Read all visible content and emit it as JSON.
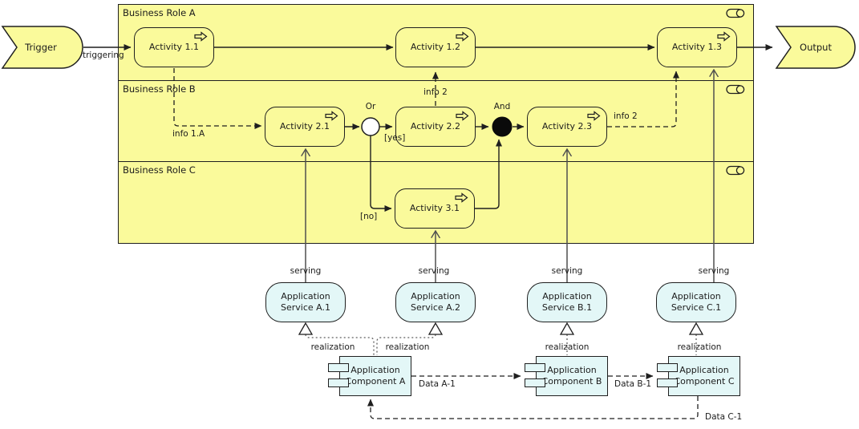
{
  "diagram": {
    "lanes": [
      {
        "label": "Business Role A"
      },
      {
        "label": "Business Role B"
      },
      {
        "label": "Business Role C"
      }
    ],
    "events": {
      "trigger": {
        "label": "Trigger"
      },
      "output": {
        "label": "Output"
      }
    },
    "activities": [
      {
        "label": "Activity 1.1"
      },
      {
        "label": "Activity 1.2"
      },
      {
        "label": "Activity 1.3"
      },
      {
        "label": "Activity 2.1"
      },
      {
        "label": "Activity 2.2"
      },
      {
        "label": "Activity 2.3"
      },
      {
        "label": "Activity 3.1"
      }
    ],
    "junctions": [
      {
        "label": "Or"
      },
      {
        "label": "And"
      }
    ],
    "services": [
      {
        "line1": "Application",
        "line2": "Service A.1"
      },
      {
        "line1": "Application",
        "line2": "Service A.2"
      },
      {
        "line1": "Application",
        "line2": "Service B.1"
      },
      {
        "line1": "Application",
        "line2": "Service C.1"
      }
    ],
    "components": [
      {
        "line1": "Application",
        "line2": "Component A"
      },
      {
        "line1": "Application",
        "line2": "Component B"
      },
      {
        "line1": "Application",
        "line2": "Component C"
      }
    ],
    "edge_labels": {
      "triggering": "triggering",
      "info_1a": "info 1.A",
      "info_2": "info 2",
      "yes": "[yes]",
      "no": "[no]",
      "serving": "serving",
      "realization": "realization",
      "data_a1": "Data A-1",
      "data_b1": "Data B-1",
      "data_c1": "Data C-1"
    },
    "colors": {
      "business_fill": "#FAFA9B",
      "application_fill": "#E3F7F7",
      "line": "#1F1F1F",
      "serving_line": "#5F5F5F",
      "text": "#1C1C1C"
    }
  }
}
